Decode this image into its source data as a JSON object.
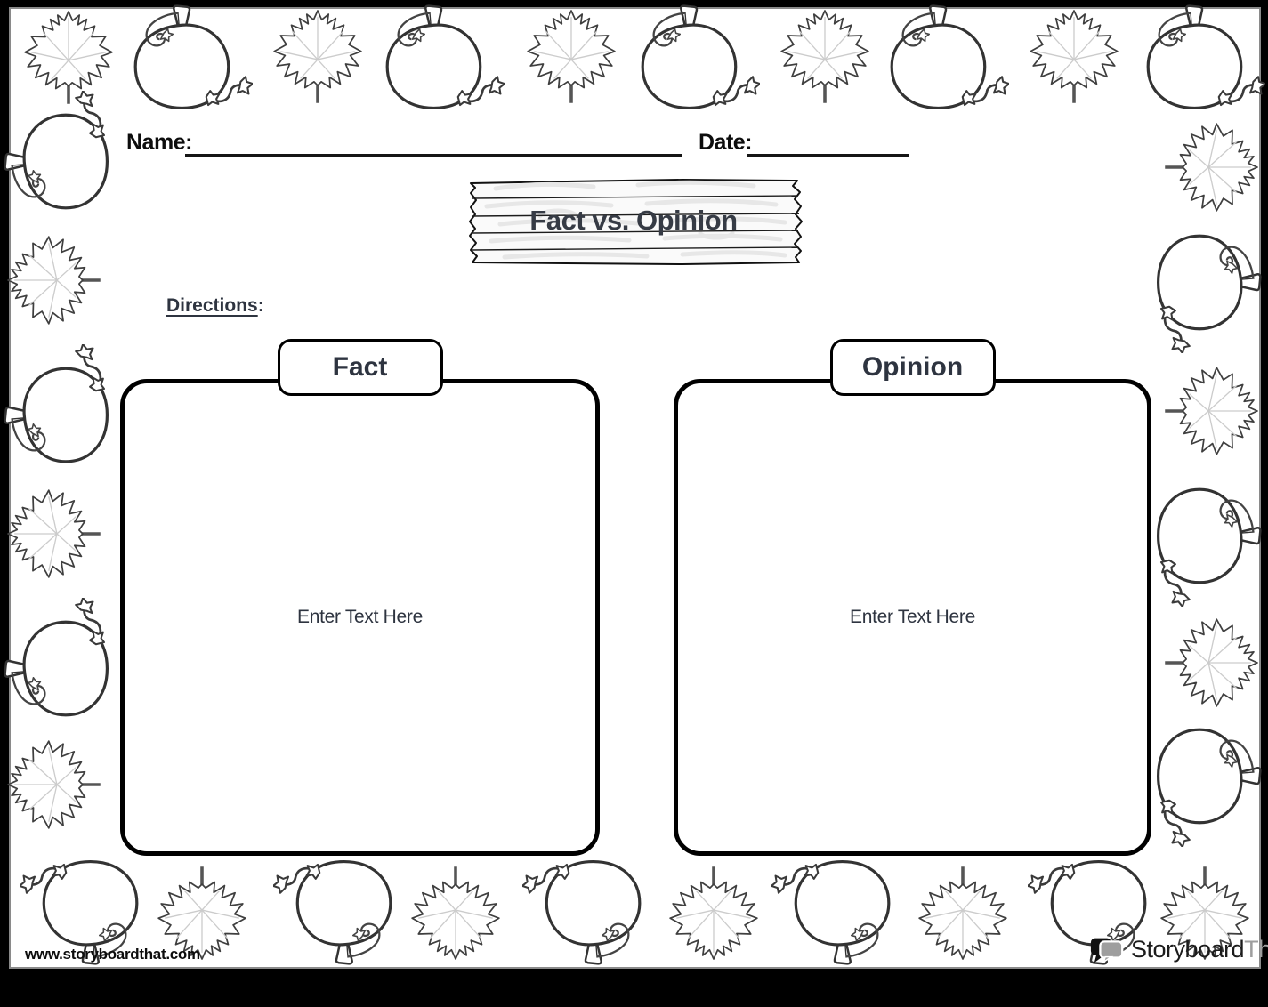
{
  "header": {
    "name_label": "Name:",
    "date_label": "Date:"
  },
  "title": {
    "text": "Fact vs. Opinion"
  },
  "directions": {
    "label": "Directions",
    "colon": ":"
  },
  "columns": [
    {
      "label": "Fact",
      "placeholder": "Enter Text Here"
    },
    {
      "label": "Opinion",
      "placeholder": "Enter Text Here"
    }
  ],
  "footer": {
    "url": "www.storyboardthat.com",
    "logo_part1": "Storyboard",
    "logo_part2": "That"
  },
  "icons": {
    "border_icons": [
      "maple-leaf-icon",
      "pumpkin-icon"
    ],
    "title_sign": "wooden-sign-icon",
    "logo_icon": "speech-bubbles-icon"
  },
  "colors": {
    "text_dark": "#2e3440",
    "title_dark": "#363b45",
    "logo_gray": "#9e9e9e",
    "leaf_vein": "#cccccc",
    "page_edge": "#8a8a8a"
  }
}
